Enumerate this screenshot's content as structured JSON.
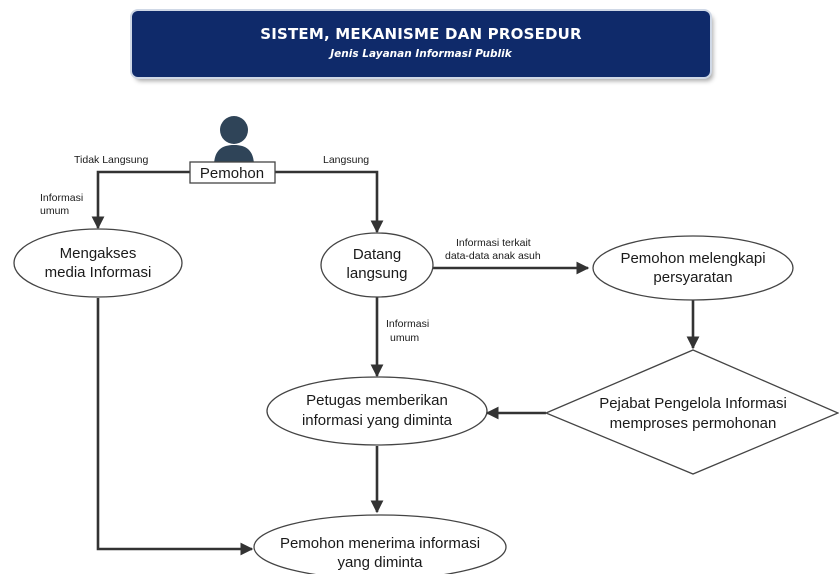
{
  "banner": {
    "title": "SISTEM, MEKANISME DAN PROSEDUR",
    "subtitle": "Jenis Layanan Informasi Publik"
  },
  "nodes": {
    "pemohon": "Pemohon",
    "mengakses": [
      "Mengakses",
      "media Informasi"
    ],
    "datang": [
      "Datang",
      "langsung"
    ],
    "melengkapi": [
      "Pemohon melengkapi",
      "persyaratan"
    ],
    "petugas": [
      "Petugas memberikan",
      "informasi yang diminta"
    ],
    "pejabat": [
      "Pejabat Pengelola Informasi",
      "memproses permohonan"
    ],
    "menerima": [
      "Pemohon menerima informasi",
      "yang diminta"
    ]
  },
  "edge_labels": {
    "tidak_langsung": "Tidak Langsung",
    "langsung": "Langsung",
    "informasi_umum_left": [
      "Informasi",
      "umum"
    ],
    "informasi_terkait": [
      "Informasi terkait",
      "data-data anak asuh"
    ],
    "informasi_umum_center": [
      "Informasi",
      "umum"
    ]
  },
  "colors": {
    "banner": "#0f2a6a",
    "person_icon": "#2f4458",
    "arrow": "#333333"
  }
}
